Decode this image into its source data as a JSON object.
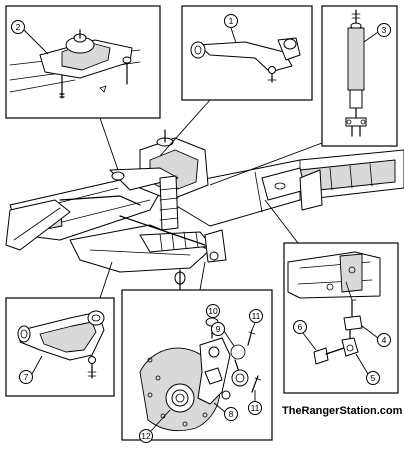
{
  "callouts": {
    "c1": "1",
    "c2": "2",
    "c3": "3",
    "c4": "4",
    "c5": "5",
    "c6": "6",
    "c7": "7",
    "c8": "8",
    "c9": "9",
    "c10": "10",
    "c11a": "11",
    "c11b": "11",
    "c12": "12"
  },
  "credit": "TheRangerStation.com"
}
